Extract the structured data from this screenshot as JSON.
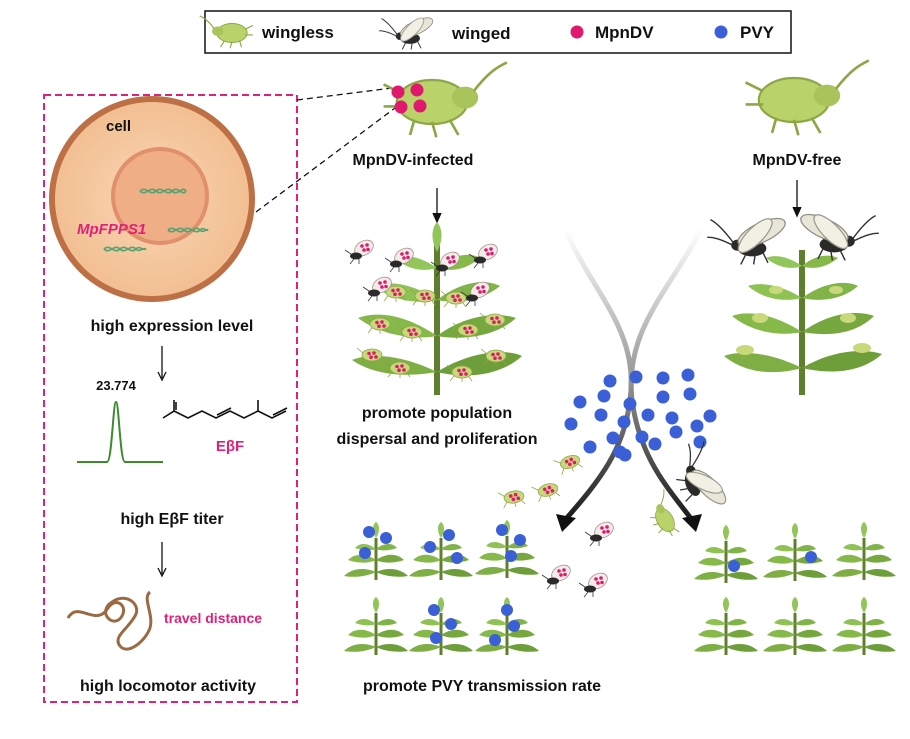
{
  "legend": {
    "wingless": "wingless",
    "winged": "winged",
    "mpndv": "MpnDV",
    "pvy": "PVY",
    "colors": {
      "mpndv": "#e0186e",
      "pvy": "#3a5fd6"
    }
  },
  "inset": {
    "cell_label": "cell",
    "gene_label": "MpFPPS1",
    "expression": "high expression level",
    "peak_value": "23.774",
    "compound": "EβF",
    "titer": "high EβF titer",
    "travel": "travel distance",
    "locomotor": "high locomotor activity",
    "border_color": "#e0217a"
  },
  "aphids": {
    "infected": "MpnDV-infected",
    "free": "MpnDV-free"
  },
  "outcomes": {
    "dispersal_line1": "promote population",
    "dispersal_line2": "dispersal and proliferation",
    "transmission": "promote PVY transmission rate"
  }
}
